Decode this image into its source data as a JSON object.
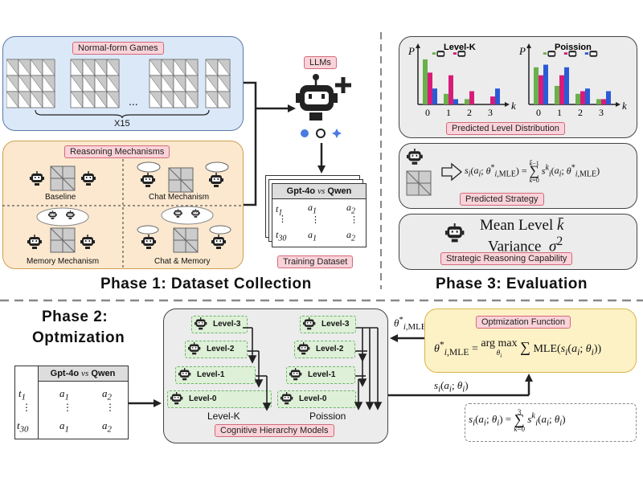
{
  "phase1": {
    "title": "Phase 1: Dataset Collection",
    "normal_form_games": "Normal-form Games",
    "x15": "X15",
    "ellipsis": "...",
    "reasoning_mechanisms": "Reasoning Mechanisms",
    "mechanisms": [
      "Baseline",
      "Chat Mechanism",
      "Memory Mechanism",
      "Chat & Memory"
    ],
    "llms": "LLMs",
    "training_dataset": "Training Dataset",
    "table_header_left": "Gpt-4o",
    "table_header_vs": "vs",
    "table_header_right": "Qwen"
  },
  "phase2": {
    "title_line1": "Phase 2:",
    "title_line2": "Optmization",
    "levels_k": [
      "Level-3",
      "Level-2",
      "Level-1",
      "Level-0"
    ],
    "levels_p": [
      "Level-3",
      "Level-2",
      "Level-1",
      "Level-0"
    ],
    "label_levelk": "Level-K",
    "label_poisson": "Poission",
    "cognitive": "Cognitive Hierarchy Models",
    "optimization_function": "Optmization Function",
    "table_header_left": "Gpt-4o",
    "table_header_vs": "vs",
    "table_header_right": "Qwen"
  },
  "phase3": {
    "title": "Phase 3: Evaluation",
    "chart_levelk_title": "Level-K",
    "chart_poisson_title": "Poission",
    "predicted_level_distribution": "Predicted Level Distribution",
    "predicted_strategy": "Predicted Strategy",
    "mean_level": "Mean Level",
    "variance": "Variance",
    "strategic_capability": "Strategic Reasoning Capability"
  },
  "table_rows": {
    "t1": [
      "a1",
      "a2"
    ],
    "t30": [
      "a1",
      "a2"
    ]
  },
  "chart_data": [
    {
      "type": "bar",
      "title": "Level-K",
      "ylabel": "P",
      "xlabel": "k",
      "categories": [
        "0",
        "1",
        "2",
        "3"
      ],
      "series": [
        {
          "color": "#6ab04c",
          "values": [
            0.85,
            0.2,
            0.1,
            0.0
          ]
        },
        {
          "color": "#d81b7a",
          "values": [
            0.6,
            0.55,
            0.25,
            0.15
          ]
        },
        {
          "color": "#2a5ad6",
          "values": [
            0.3,
            0.1,
            0.0,
            0.3
          ]
        }
      ]
    },
    {
      "type": "bar",
      "title": "Poission",
      "ylabel": "P",
      "xlabel": "k",
      "categories": [
        "0",
        "1",
        "2",
        "3"
      ],
      "series": [
        {
          "color": "#6ab04c",
          "values": [
            0.7,
            0.35,
            0.2,
            0.1
          ]
        },
        {
          "color": "#d81b7a",
          "values": [
            0.55,
            0.55,
            0.25,
            0.1
          ]
        },
        {
          "color": "#2a5ad6",
          "values": [
            0.75,
            0.7,
            0.3,
            0.25
          ]
        }
      ]
    }
  ],
  "colors": {
    "blue_panel": "#dbe8f8",
    "orange_panel": "#fbe8cf",
    "yellow_panel": "#fdf2c6",
    "grey_panel": "#ececec",
    "pink_label": "#f9d3d9"
  }
}
